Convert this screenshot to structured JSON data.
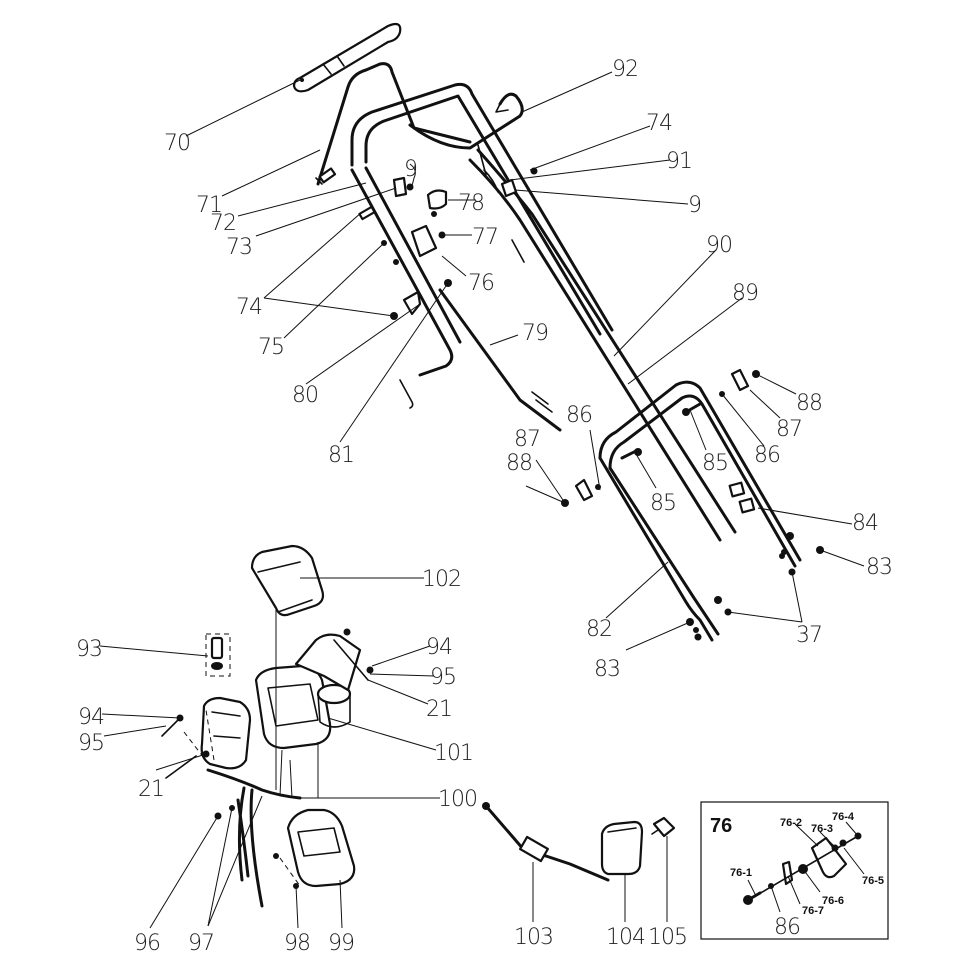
{
  "diagram": {
    "subject": "Lawn mower handle and control assembly — exploded parts view",
    "labels": [
      {
        "id": "l70",
        "text": "70"
      },
      {
        "id": "l71",
        "text": "71"
      },
      {
        "id": "l72",
        "text": "72"
      },
      {
        "id": "l73",
        "text": "73"
      },
      {
        "id": "l74a",
        "text": "74"
      },
      {
        "id": "l75",
        "text": "75"
      },
      {
        "id": "l80",
        "text": "80"
      },
      {
        "id": "l81",
        "text": "81"
      },
      {
        "id": "l9a",
        "text": "9"
      },
      {
        "id": "l78",
        "text": "78"
      },
      {
        "id": "l77",
        "text": "77"
      },
      {
        "id": "l76",
        "text": "76"
      },
      {
        "id": "l79",
        "text": "79"
      },
      {
        "id": "l92",
        "text": "92"
      },
      {
        "id": "l74b",
        "text": "74"
      },
      {
        "id": "l91",
        "text": "91"
      },
      {
        "id": "l9b",
        "text": "9"
      },
      {
        "id": "l90",
        "text": "90"
      },
      {
        "id": "l89",
        "text": "89"
      },
      {
        "id": "l88a",
        "text": "88"
      },
      {
        "id": "l87a",
        "text": "87"
      },
      {
        "id": "l86a",
        "text": "86"
      },
      {
        "id": "l85a",
        "text": "85"
      },
      {
        "id": "l86b",
        "text": "86"
      },
      {
        "id": "l87b",
        "text": "87"
      },
      {
        "id": "l88b",
        "text": "88"
      },
      {
        "id": "l85b",
        "text": "85"
      },
      {
        "id": "l84",
        "text": "84"
      },
      {
        "id": "l83a",
        "text": "83"
      },
      {
        "id": "l37",
        "text": "37"
      },
      {
        "id": "l82",
        "text": "82"
      },
      {
        "id": "l83b",
        "text": "83"
      },
      {
        "id": "l102",
        "text": "102"
      },
      {
        "id": "l93",
        "text": "93"
      },
      {
        "id": "l94a",
        "text": "94"
      },
      {
        "id": "l95a",
        "text": "95"
      },
      {
        "id": "l21a",
        "text": "21"
      },
      {
        "id": "l94b",
        "text": "94"
      },
      {
        "id": "l95b",
        "text": "95"
      },
      {
        "id": "l21b",
        "text": "21"
      },
      {
        "id": "l101",
        "text": "101"
      },
      {
        "id": "l100",
        "text": "100"
      },
      {
        "id": "l96",
        "text": "96"
      },
      {
        "id": "l97",
        "text": "97"
      },
      {
        "id": "l98",
        "text": "98"
      },
      {
        "id": "l99",
        "text": "99"
      },
      {
        "id": "l103",
        "text": "103"
      },
      {
        "id": "l104",
        "text": "104"
      },
      {
        "id": "l105",
        "text": "105"
      }
    ],
    "inset": {
      "title": "76",
      "labels": [
        "76-1",
        "76-2",
        "76-3",
        "76-4",
        "76-5",
        "76-6",
        "76-7"
      ],
      "shared_label": "86"
    }
  }
}
